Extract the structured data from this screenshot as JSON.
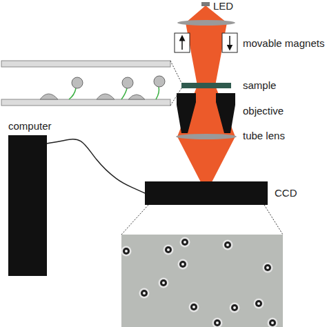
{
  "diagram": {
    "nodes": [
      {
        "text": [
          "computer"
        ]
      },
      {
        "text": [
          "CCD"
        ]
      }
    ],
    "edges": [
      {
        "from": 0,
        "to": 1,
        "arrow": "none"
      }
    ],
    "labels": [
      "LED",
      "movable magnets",
      "sample",
      "objective",
      "tube lens"
    ]
  }
}
